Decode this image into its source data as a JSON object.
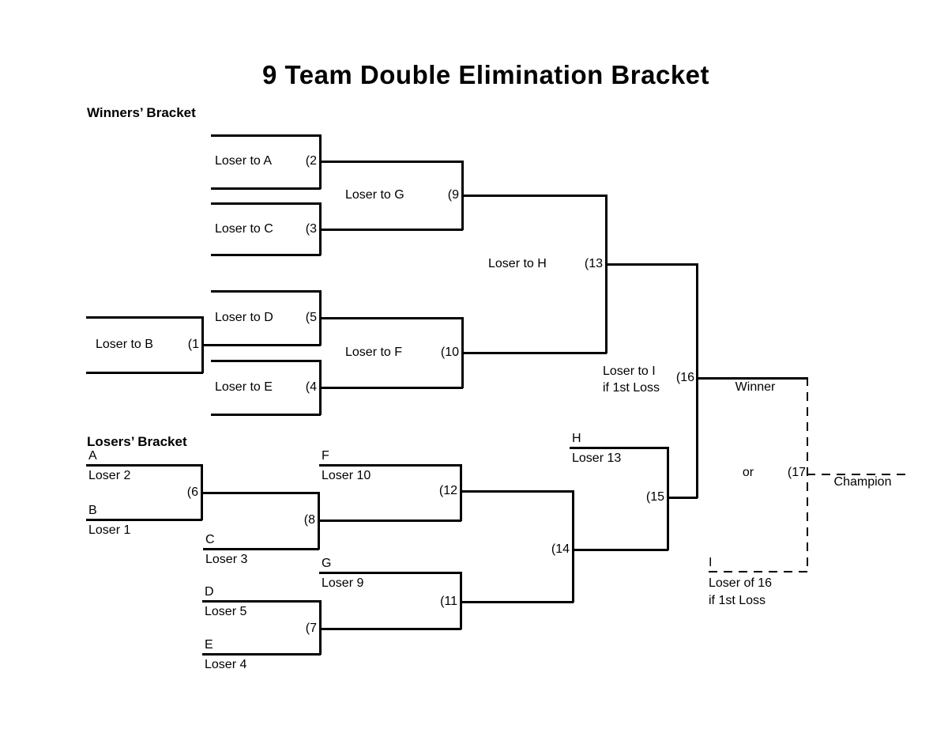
{
  "title": "9 Team Double Elimination Bracket",
  "headings": {
    "winners": "Winners’ Bracket",
    "losers": "Losers’ Bracket"
  },
  "matches": {
    "m1": {
      "label": "Loser to B",
      "num": "(1"
    },
    "m2": {
      "label": "Loser to A",
      "num": "(2"
    },
    "m3": {
      "label": "Loser to C",
      "num": "(3"
    },
    "m4": {
      "label": "Loser to E",
      "num": "(4"
    },
    "m5": {
      "label": "Loser to D",
      "num": "(5"
    },
    "m6": {
      "num": "(6"
    },
    "m7": {
      "num": "(7"
    },
    "m8": {
      "num": "(8"
    },
    "m9": {
      "label": "Loser to G",
      "num": "(9"
    },
    "m10": {
      "label": "Loser to F",
      "num": "(10"
    },
    "m11": {
      "num": "(11"
    },
    "m12": {
      "num": "(12"
    },
    "m13": {
      "label": "Loser to H",
      "num": "(13"
    },
    "m14": {
      "num": "(14"
    },
    "m15": {
      "num": "(15"
    },
    "m16": {
      "label_line1": "Loser to I",
      "label_line2": "if 1st Loss",
      "num": "(16"
    },
    "m17": {
      "or_label": "or",
      "num": "(17"
    }
  },
  "loser_slots": {
    "A": {
      "letter": "A",
      "source": "Loser 2"
    },
    "B": {
      "letter": "B",
      "source": "Loser 1"
    },
    "C": {
      "letter": "C",
      "source": "Loser 3"
    },
    "D": {
      "letter": "D",
      "source": "Loser 5"
    },
    "E": {
      "letter": "E",
      "source": "Loser 4"
    },
    "F": {
      "letter": "F",
      "source": "Loser 10"
    },
    "G": {
      "letter": "G",
      "source": "Loser 9"
    },
    "H": {
      "letter": "H",
      "source": "Loser 13"
    },
    "I": {
      "letter": "I",
      "source_line1": "Loser of 16",
      "source_line2": "if 1st Loss"
    }
  },
  "final": {
    "winner_label": "Winner",
    "champion_label": "Champion"
  }
}
